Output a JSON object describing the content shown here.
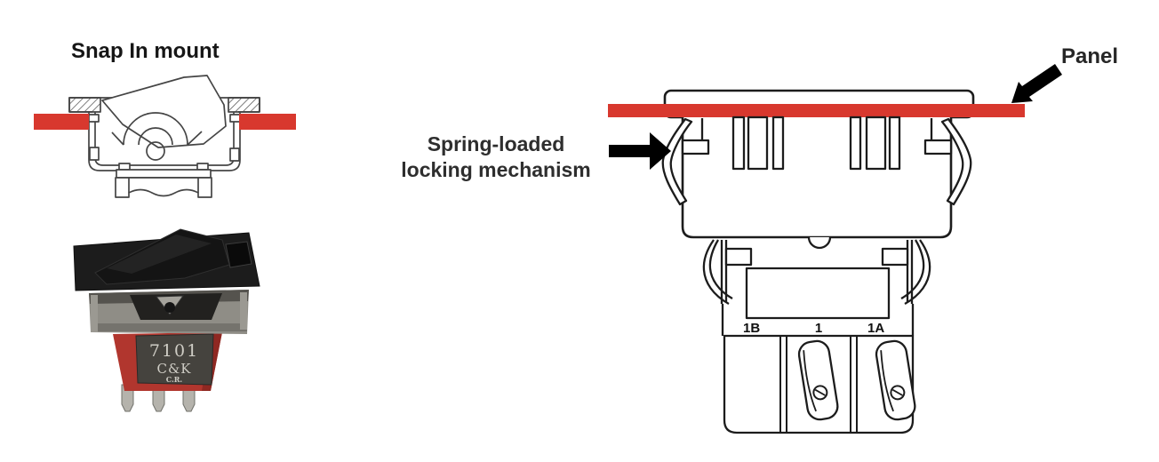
{
  "figure": {
    "title": "Snap In mount",
    "product_photo": {
      "model_number": "7101",
      "brand": "C&K",
      "stamp": "C.R."
    },
    "annotations": {
      "panel": "Panel",
      "spring_line1": "Spring-loaded",
      "spring_line2": "locking mechanism"
    },
    "terminal_labels": [
      "1B",
      "1",
      "1A"
    ],
    "colors": {
      "panel_red": "#d8382e",
      "diagram_line": "#1c1c1c",
      "cross_section_line": "#454545",
      "label_text": "#2a2a2a",
      "arrow": "#000000"
    }
  }
}
